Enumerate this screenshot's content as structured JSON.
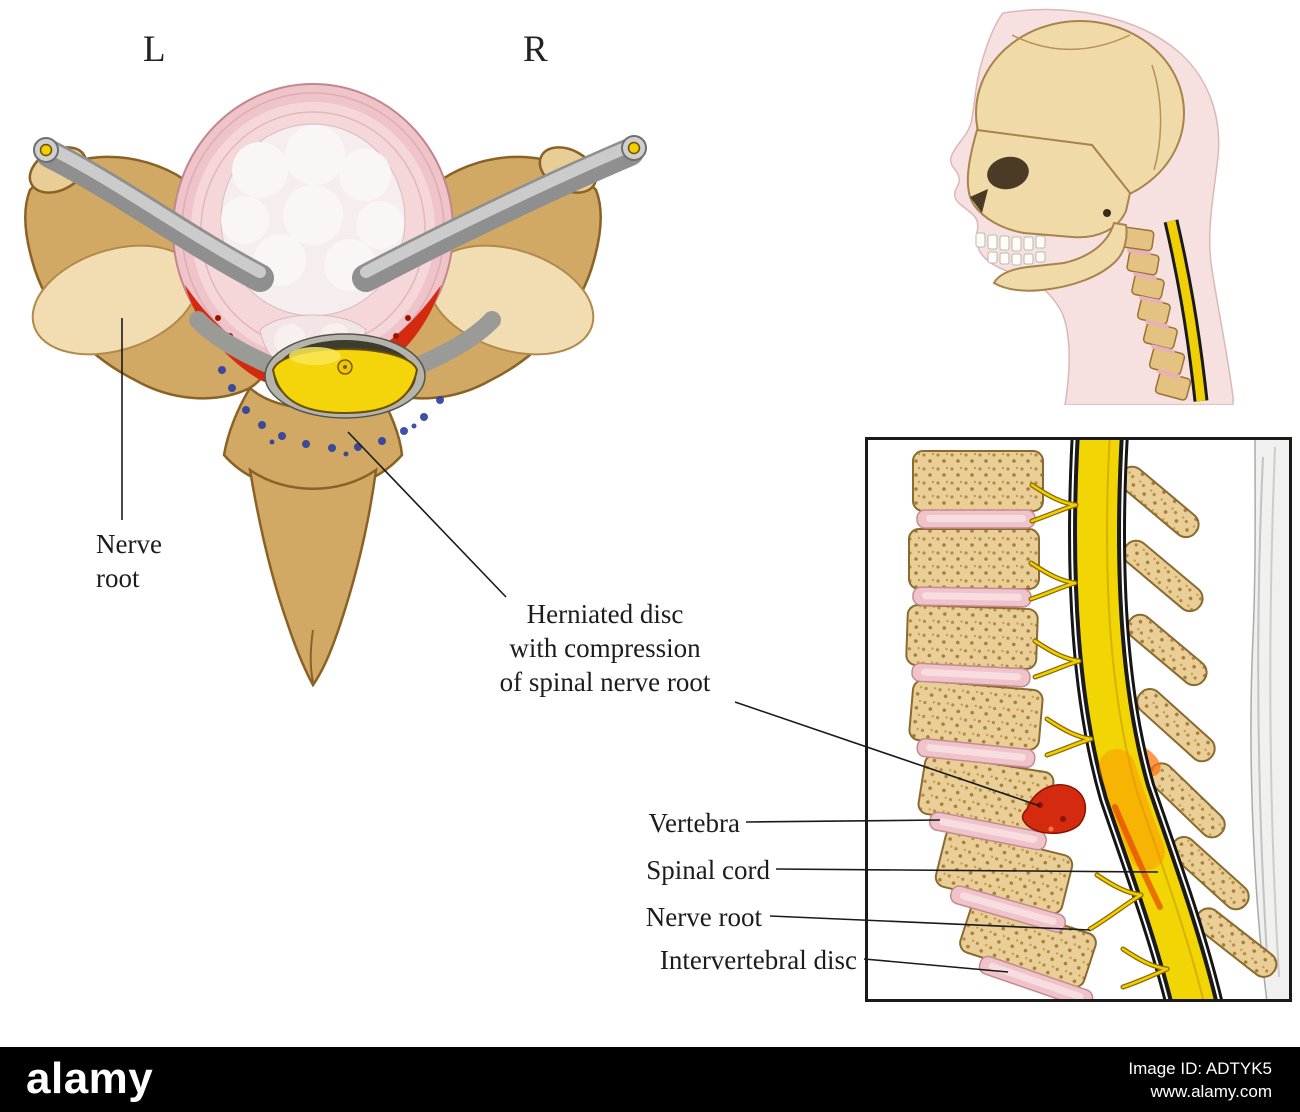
{
  "axial": {
    "left_marker": "L",
    "right_marker": "R"
  },
  "annotations": {
    "nerve_root": {
      "line1": "Nerve",
      "line2": "root"
    },
    "herniated_disc": {
      "line1": "Herniated disc",
      "line2": "with compression",
      "line3": "of spinal nerve root"
    },
    "vertebra": "Vertebra",
    "spinal_cord": "Spinal cord",
    "nerve_root_sagittal": "Nerve root",
    "intervertebral_disc": "Intervertebral disc"
  },
  "watermark": {
    "brand": "alamy",
    "image_id": "Image ID: ADTYK5",
    "website": "www.alamy.com"
  },
  "colors": {
    "bone": "#d2a964",
    "bone_light": "#f2ddb2",
    "disc_pink": "#eec3c9",
    "nucleus_white": "#f6edee",
    "cord_yellow": "#f4d50c",
    "inflammation_red": "#d42b10",
    "nerve_gray": "#8f8f8f",
    "plexus_blue": "#2b3f9e",
    "skin_pink": "#f7e0e0",
    "leader_line": "#1a1a1a",
    "footer_bg": "#000000"
  }
}
